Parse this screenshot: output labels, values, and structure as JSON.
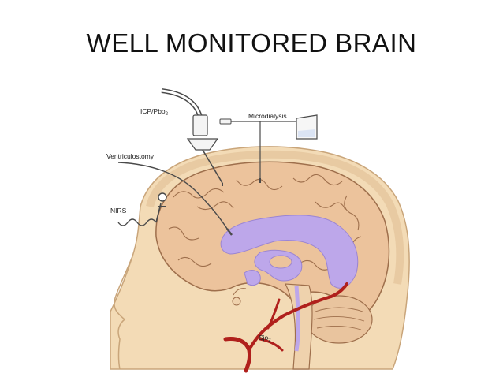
{
  "slide": {
    "title": "WELL MONITORED BRAIN"
  },
  "labels": {
    "icp": "ICP/Pbo",
    "icp_sub": "2",
    "microdialysis": "Microdialysis",
    "ventriculostomy": "Ventriculostomy",
    "nirs": "NIRS",
    "sjo": "Sjo",
    "sjo_sub": "2"
  },
  "colors": {
    "skin": "#f3dbb6",
    "skin_outline": "#c9a57a",
    "cortex": "#ecc39c",
    "cortex_outline": "#9e6f4c",
    "ventricle": "#bda7ea",
    "vessel": "#b0201c",
    "catheter": "#4a4a4a"
  }
}
